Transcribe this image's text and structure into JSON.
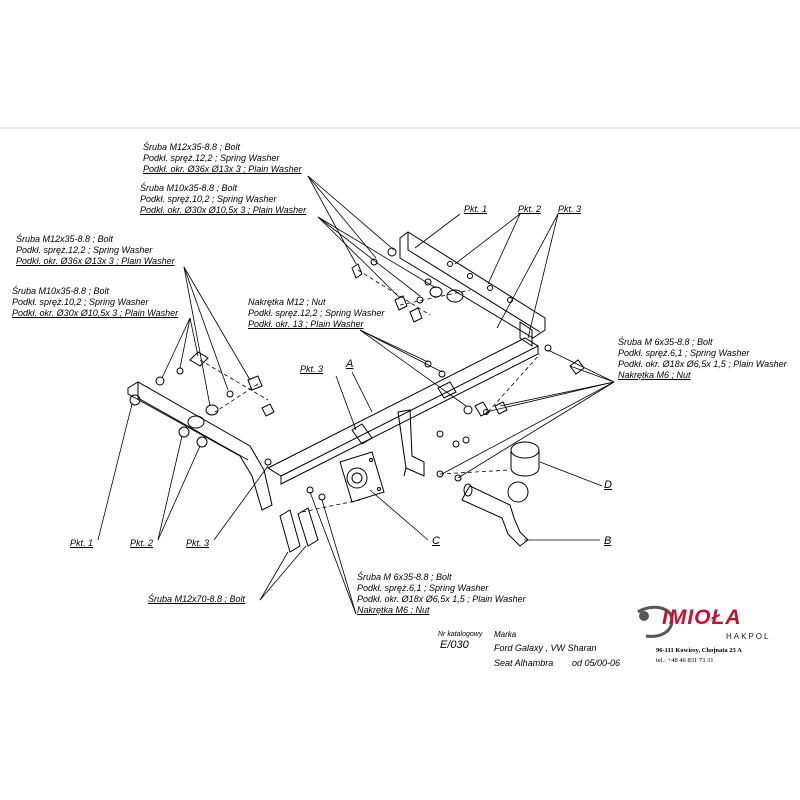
{
  "callouts": {
    "top_center_1": {
      "line1": "Śruba M12x35-8.8 ;  Bolt",
      "line2": "Podkł. spręż.12,2 ; Spring Washer",
      "line3": "Podkł. okr.  Ø36x Ø13x 3 ; Plain Washer"
    },
    "top_center_2": {
      "line1": "Śruba M10x35-8.8 ;  Bolt",
      "line2": "Podkł. spręż.10,2 ; Spring Washer",
      "line3": "Podkł. okr.  Ø30x Ø10,5x 3 ; Plain Washer"
    },
    "left_1": {
      "line1": "Śruba M12x35-8.8 ;  Bolt",
      "line2": "Podkł. spręż.12,2 ; Spring Washer",
      "line3": "Podkł. okr.  Ø36x Ø13x 3 ; Plain Washer"
    },
    "left_2": {
      "line1": "Śruba M10x35-8.8 ;  Bolt",
      "line2": "Podkł. spręż.10,2 ; Spring Washer",
      "line3": "Podkł. okr.  Ø30x Ø10,5x 3 ; Plain Washer"
    },
    "nut_center": {
      "line1": "Nakrętka  M12 ; Nut",
      "line2": "Podkł. spręż.12,2 ; Spring Washer",
      "line3": "Podkł. okr. 13 ; Plain Washer"
    },
    "right": {
      "line1": "Śruba M 6x35-8.8 ;  Bolt",
      "line2": "Podkł. spręż.6,1 ; Spring Washer",
      "line3": "Podkł. okr.  Ø18x Ø6,5x 1,5 ; Plain Washer",
      "line4": "Nakrętka  M6 ; Nut"
    },
    "bottom_center": {
      "line1": "Śruba M 6x35-8.8 ;  Bolt",
      "line2": "Podkł. spręż.6,1 ; Spring Washer",
      "line3": "Podkł. okr.  Ø18x Ø6,5x 1,5 ; Plain Washer",
      "line4": "Nakrętka  M6 ; Nut"
    },
    "bottom_left": {
      "line1": "Śruba M12x70-8.8 ;  Bolt"
    }
  },
  "points": {
    "pkt1_top": "Pkt. 1",
    "pkt2_top": "Pkt. 2",
    "pkt3_top": "Pkt. 3",
    "pkt3_mid": "Pkt. 3",
    "a": "A",
    "pkt1_bottom": "Pkt. 1",
    "pkt2_bottom": "Pkt. 2",
    "pkt3_bottom": "Pkt. 3",
    "b": "B",
    "c": "C",
    "d": "D"
  },
  "catalog": {
    "nr_label": "Nr katalogowy",
    "nr_value": "E/030",
    "marka_label": "Marka",
    "car_line1": "Ford Galaxy , VW Sharan",
    "car_line2": "Seat Alhambra",
    "car_years": "od 05/00-06"
  },
  "logo": {
    "name": "IMIOŁA",
    "sub": "HAKPOL",
    "address": "96-111 Kowiesy, Chojnata 23 A",
    "phone": "tel.: +48 46 831 73 31",
    "brand_color": "#c8102e"
  }
}
